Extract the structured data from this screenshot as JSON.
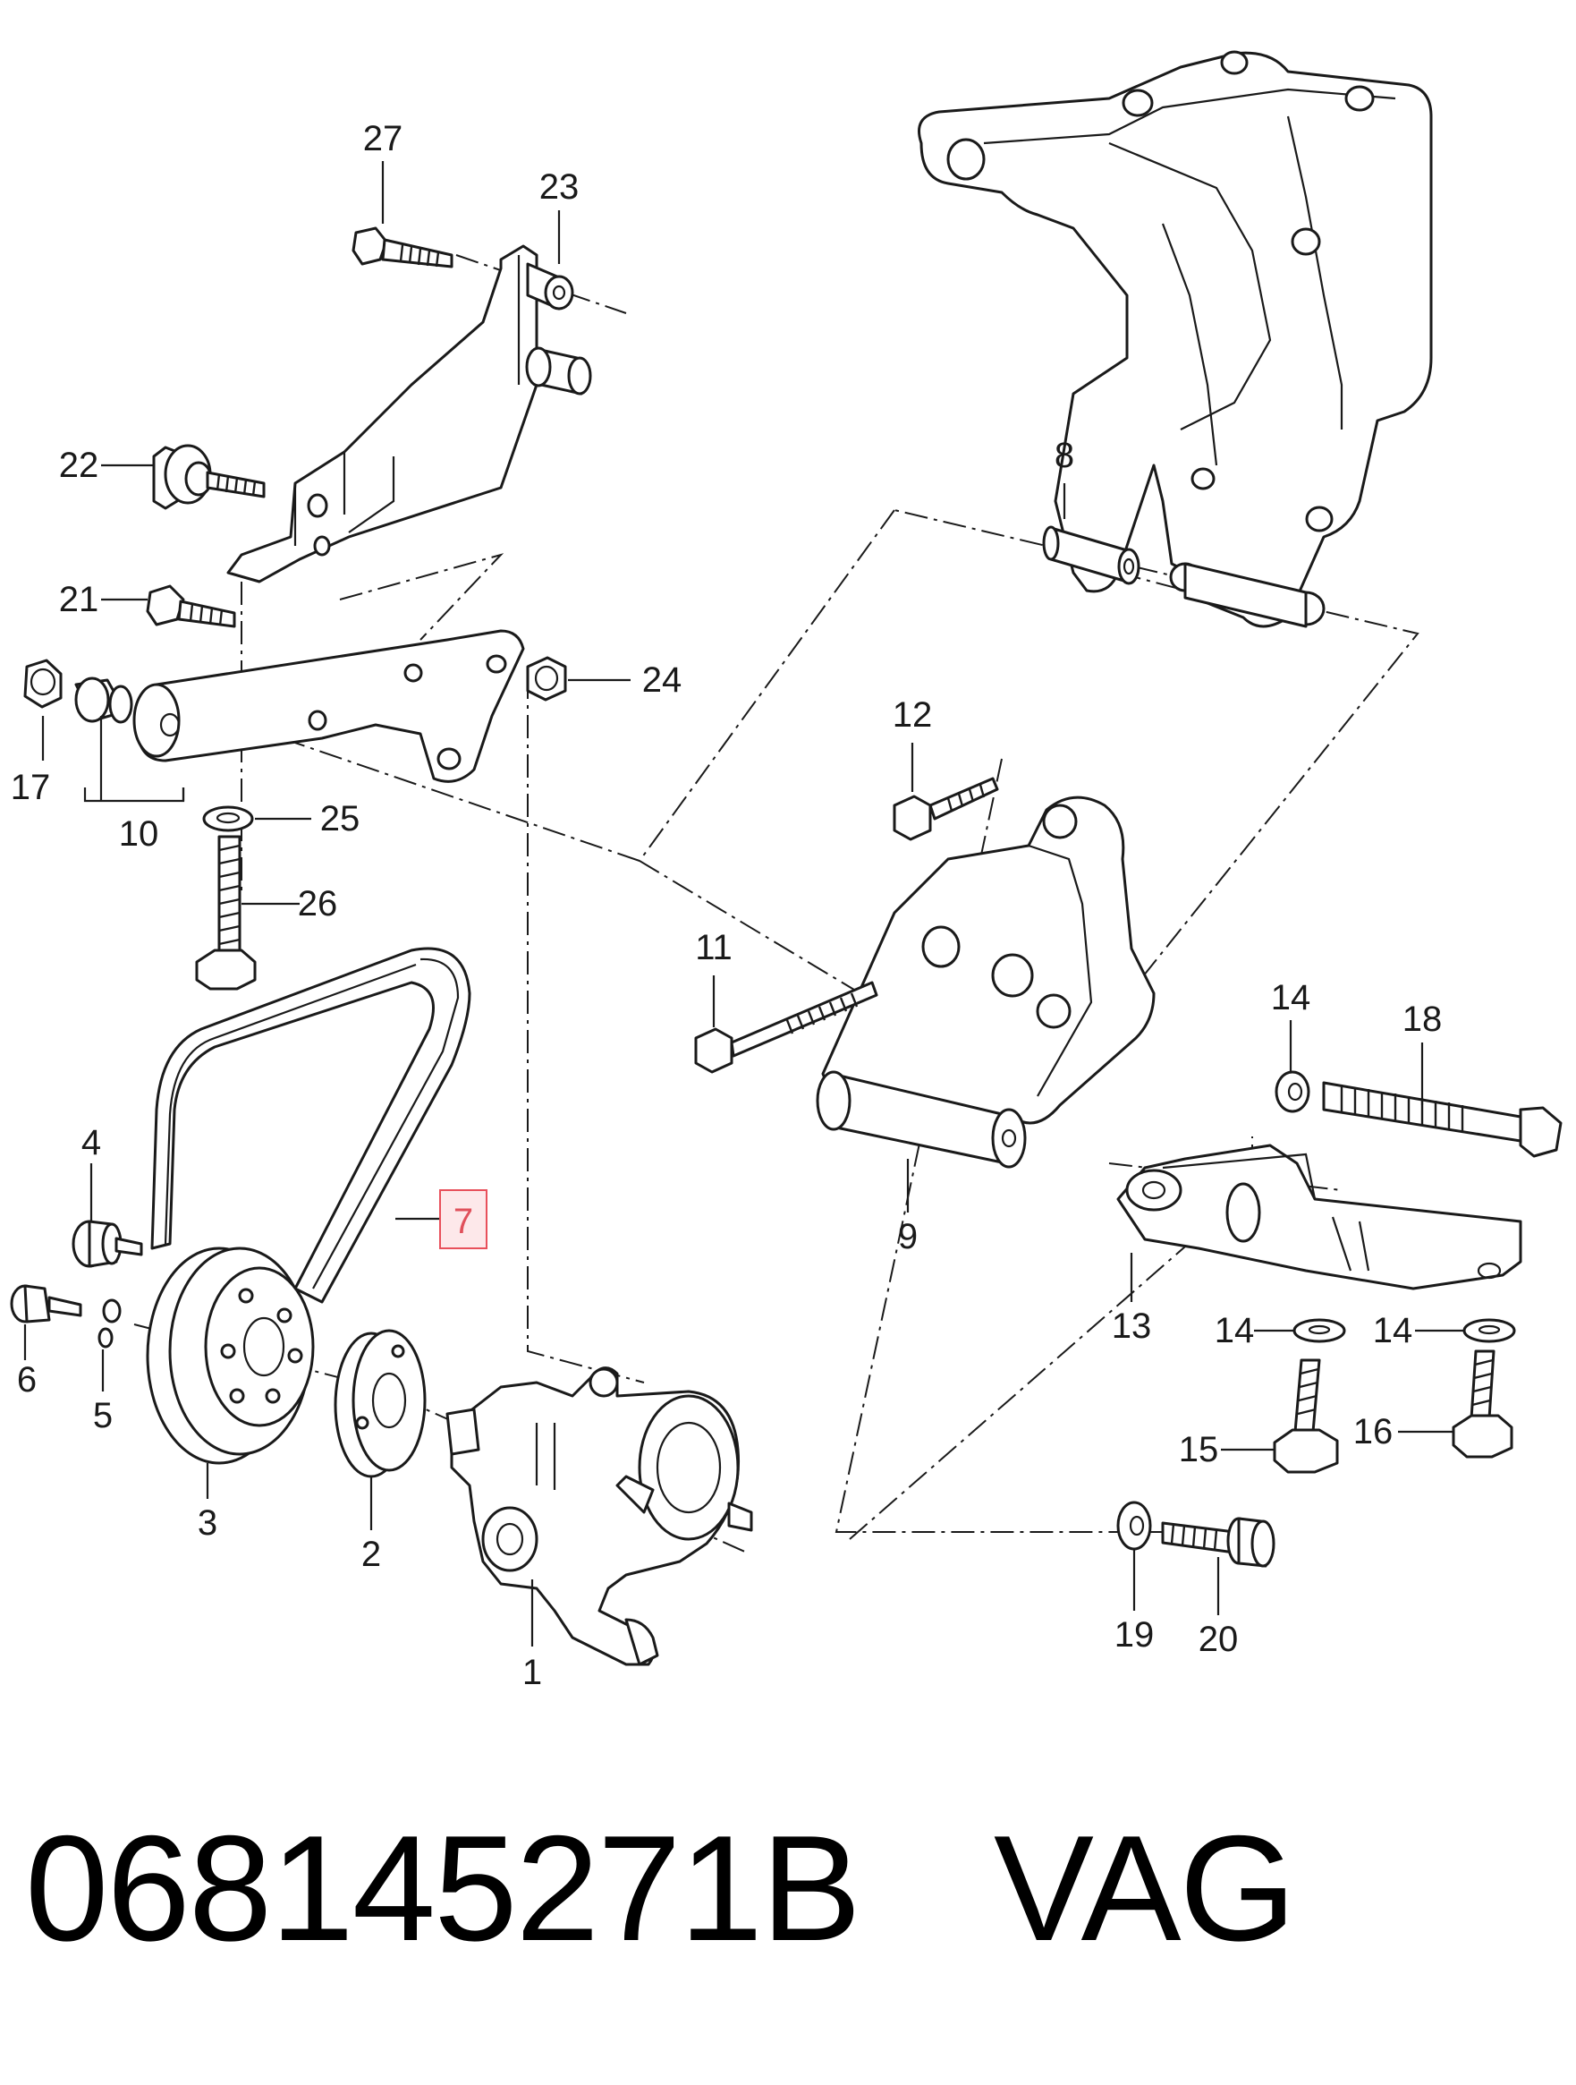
{
  "diagram": {
    "callouts": [
      {
        "id": "p1",
        "text": "1"
      },
      {
        "id": "p2",
        "text": "2"
      },
      {
        "id": "p3",
        "text": "3"
      },
      {
        "id": "p4",
        "text": "4"
      },
      {
        "id": "p5",
        "text": "5"
      },
      {
        "id": "p6",
        "text": "6"
      },
      {
        "id": "p7",
        "text": "7"
      },
      {
        "id": "p8",
        "text": "8"
      },
      {
        "id": "p9",
        "text": "9"
      },
      {
        "id": "p10",
        "text": "10"
      },
      {
        "id": "p11",
        "text": "11"
      },
      {
        "id": "p12",
        "text": "12"
      },
      {
        "id": "p13",
        "text": "13"
      },
      {
        "id": "p14a",
        "text": "14"
      },
      {
        "id": "p14b",
        "text": "14"
      },
      {
        "id": "p14c",
        "text": "14"
      },
      {
        "id": "p15",
        "text": "15"
      },
      {
        "id": "p16",
        "text": "16"
      },
      {
        "id": "p17",
        "text": "17"
      },
      {
        "id": "p18",
        "text": "18"
      },
      {
        "id": "p19",
        "text": "19"
      },
      {
        "id": "p20",
        "text": "20"
      },
      {
        "id": "p21",
        "text": "21"
      },
      {
        "id": "p22",
        "text": "22"
      },
      {
        "id": "p23",
        "text": "23"
      },
      {
        "id": "p24",
        "text": "24"
      },
      {
        "id": "p25",
        "text": "25"
      },
      {
        "id": "p26",
        "text": "26"
      },
      {
        "id": "p27",
        "text": "27"
      }
    ],
    "highlighted_callout": "7",
    "highlight_color": "#e8505b"
  },
  "caption": {
    "part_number": "068145271B",
    "brand": "VAG"
  }
}
